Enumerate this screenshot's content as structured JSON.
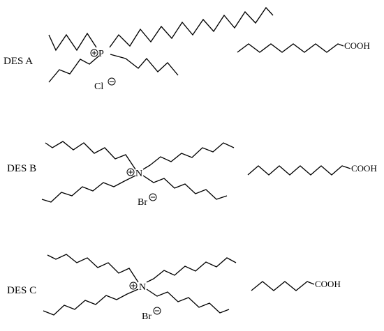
{
  "diagram": {
    "background": "#ffffff",
    "ink": "#000000",
    "panels": [
      {
        "label": "DES A",
        "cation": {
          "center_atom": "P",
          "charge": "positive",
          "counter_ion": "Cl",
          "counter_charge": "negative"
        },
        "acid": {
          "group": "COOH"
        }
      },
      {
        "label": "DES B",
        "cation": {
          "center_atom": "N",
          "charge": "positive",
          "counter_ion": "Br",
          "counter_charge": "negative"
        },
        "acid": {
          "group": "COOH"
        }
      },
      {
        "label": "DES C",
        "cation": {
          "center_atom": "N",
          "charge": "positive",
          "counter_ion": "Br",
          "counter_charge": "negative"
        },
        "acid": {
          "group": "COOH"
        }
      }
    ]
  }
}
